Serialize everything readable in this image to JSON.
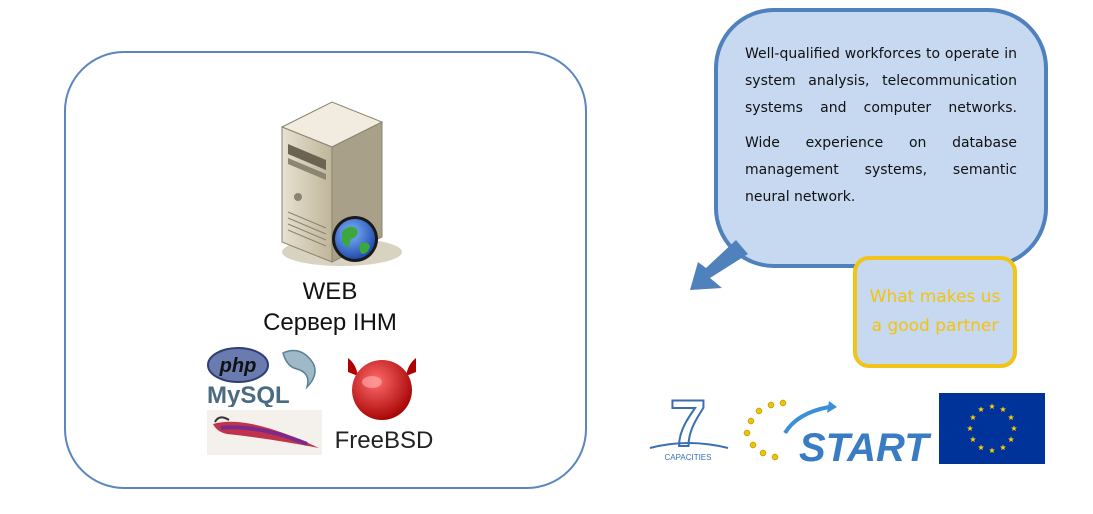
{
  "server": {
    "line1": "WEB",
    "line2": "Сервер IHM"
  },
  "logos": {
    "php": "php",
    "mysql": "MySQL",
    "freebsd": "FreeBSD",
    "start": "START",
    "capacities": "CAPACITIES",
    "fp7_number": "7"
  },
  "bubble": {
    "para1": "Well-qualified workforces to operate in system analysis, telecommunication systems and computer networks.",
    "para2": "Wide experience on database management systems, semantic neural network."
  },
  "partner": {
    "text": "What makes us a good partner"
  },
  "colors": {
    "card_border": "#5a86c0",
    "bubble_fill": "#c6d9f1",
    "bubble_border": "#4f81bd",
    "partner_text": "#f4c20d",
    "partner_border": "#f0c419",
    "eu_blue": "#003399",
    "eu_star": "#ffcc00"
  }
}
